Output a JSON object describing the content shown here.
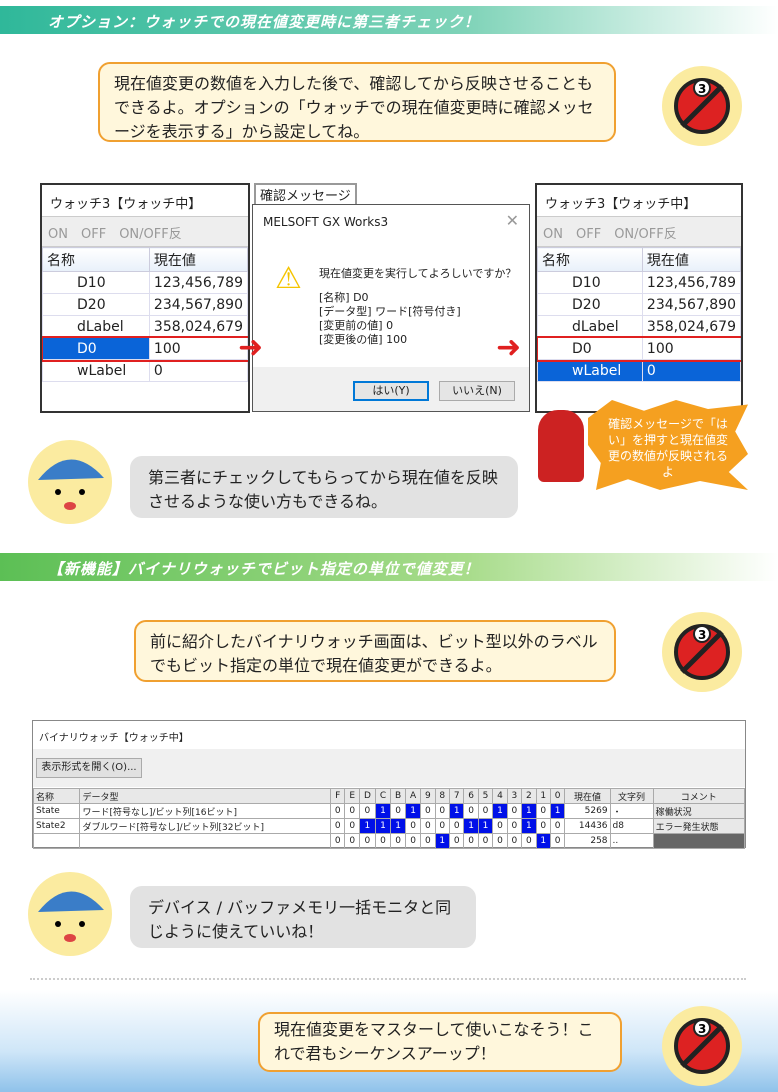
{
  "section1": {
    "title": "オプション：ウォッチでの現在値変更時に第三者チェック！",
    "bubble": "現在値変更の数値を入力した後で、確認してから反映させることもできるよ。オプションの「ウォッチでの現在値変更時に確認メッセージを表示する」から設定してね。",
    "watch_left": {
      "title": "ウォッチ3【ウォッチ中】",
      "toolbar": [
        "ON",
        "OFF",
        "ON/OFF反"
      ],
      "headers": [
        "名称",
        "現在値"
      ],
      "rows": [
        {
          "name": "D10",
          "value": "123,456,789"
        },
        {
          "name": "D20",
          "value": "234,567,890"
        },
        {
          "name": "dLabel",
          "value": "358,024,679"
        },
        {
          "name": "D0",
          "value": "100"
        },
        {
          "name": "wLabel",
          "value": "0"
        }
      ]
    },
    "dialog": {
      "caption": "確認メッセージ",
      "title": "MELSOFT GX Works3",
      "question": "現在値変更を実行してよろしいですか？",
      "lines": [
        "[名称] D0",
        "[データ型] ワード[符号付き]",
        "[変更前の値] 0",
        "[変更後の値] 100"
      ],
      "yes": "はい(Y)",
      "no": "いいえ(N)"
    },
    "watch_right": {
      "title": "ウォッチ3【ウォッチ中】",
      "toolbar": [
        "ON",
        "OFF",
        "ON/OFF反"
      ],
      "headers": [
        "名称",
        "現在値"
      ],
      "rows": [
        {
          "name": "D10",
          "value": "123,456,789"
        },
        {
          "name": "D20",
          "value": "234,567,890"
        },
        {
          "name": "dLabel",
          "value": "358,024,679"
        },
        {
          "name": "D0",
          "value": "100"
        },
        {
          "name": "wLabel",
          "value": "0"
        }
      ]
    },
    "burst": "確認メッセージで「はい」を押すと現在値変更の数値が反映されるよ",
    "boy_bubble": "第三者にチェックしてもらってから現在値を反映させるような使い方もできるね。"
  },
  "section2": {
    "title": "【新機能】バイナリウォッチでビット指定の単位で値変更！",
    "bubble": "前に紹介したバイナリウォッチ画面は、ビット型以外のラベルでもビット指定の単位で現在値変更ができるよ。",
    "binary": {
      "title": "バイナリウォッチ【ウォッチ中】",
      "open_button": "表示形式を開く(O)...",
      "headers": [
        "名称",
        "データ型",
        "F",
        "E",
        "D",
        "C",
        "B",
        "A",
        "9",
        "8",
        "7",
        "6",
        "5",
        "4",
        "3",
        "2",
        "1",
        "0",
        "現在値",
        "文字列",
        "コメント"
      ],
      "rows": [
        {
          "name": "State",
          "type": "ワード[符号なし]/ビット列[16ビット]",
          "bits": [
            0,
            0,
            0,
            1,
            0,
            1,
            0,
            0,
            1,
            0,
            0,
            1,
            0,
            1,
            0,
            1
          ],
          "value": "5269",
          "str": "・",
          "comment": "稼働状況"
        },
        {
          "name": "State2",
          "type": "ダブルワード[符号なし]/ビット列[32ビット]",
          "bits": [
            0,
            0,
            1,
            1,
            1,
            0,
            0,
            0,
            0,
            1,
            1,
            0,
            0,
            1,
            0,
            0
          ],
          "value": "14436",
          "str": "d8",
          "comment": "エラー発生状態"
        },
        {
          "name": "",
          "type": "",
          "bits": [
            0,
            0,
            0,
            0,
            0,
            0,
            0,
            1,
            0,
            0,
            0,
            0,
            0,
            0,
            1,
            0
          ],
          "value": "258",
          "str": "..",
          "comment": ""
        }
      ]
    },
    "boy_bubble": "デバイス / バッファメモリ一括モニタと同じように使えていいね！"
  },
  "footer": {
    "bubble": "現在値変更をマスターして使いこなそう！これで君もシーケンスアーップ！"
  },
  "colors": {
    "accent": "#f0a030",
    "bit_on": "#0010e8",
    "highlight": "#e02020"
  }
}
